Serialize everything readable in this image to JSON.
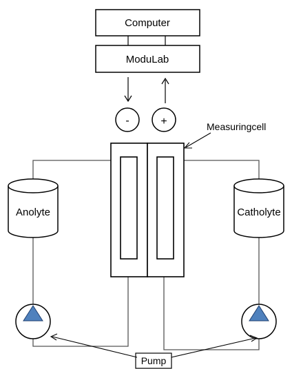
{
  "diagram": {
    "labels": {
      "computer": "Computer",
      "modulab": "ModuLab",
      "minus": "-",
      "plus": "+",
      "measuring_cell": "Measuringcell",
      "anolyte": "Anolyte",
      "catholyte": "Catholyte",
      "pump": "Pump"
    },
    "colors": {
      "stroke": "#000000",
      "background": "#ffffff",
      "pump_triangle": "#4F81BD",
      "pump_triangle_stroke": "#1F3F6F",
      "tube": "#555555"
    }
  }
}
